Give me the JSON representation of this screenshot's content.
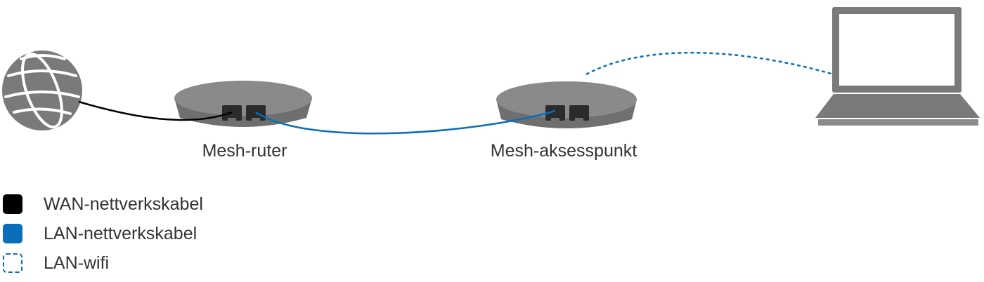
{
  "nodes": {
    "internet": {
      "icon": "globe-icon"
    },
    "router": {
      "label": "Mesh-ruter",
      "icon": "mesh-router-icon"
    },
    "access_point": {
      "label": "Mesh-aksesspunkt",
      "icon": "mesh-access-point-icon"
    },
    "laptop": {
      "icon": "laptop-icon"
    }
  },
  "links": [
    {
      "from": "internet",
      "to": "router",
      "type": "wan-cable"
    },
    {
      "from": "router",
      "to": "access_point",
      "type": "lan-cable"
    },
    {
      "from": "access_point",
      "to": "laptop",
      "type": "lan-wifi"
    }
  ],
  "legend": [
    {
      "key": "wan",
      "label": "WAN-nettverkskabel",
      "color": "#000000",
      "style": "solid"
    },
    {
      "key": "lan",
      "label": "LAN-nettverkskabel",
      "color": "#0a6fb8",
      "style": "solid"
    },
    {
      "key": "wifi",
      "label": "LAN-wifi",
      "color": "#0a6fb8",
      "style": "dashed"
    }
  ],
  "colors": {
    "device_gray": "#7a7a7a",
    "port_dark": "#2b2b2b",
    "wan": "#000000",
    "lan": "#0a6fb8",
    "text": "#333333"
  }
}
